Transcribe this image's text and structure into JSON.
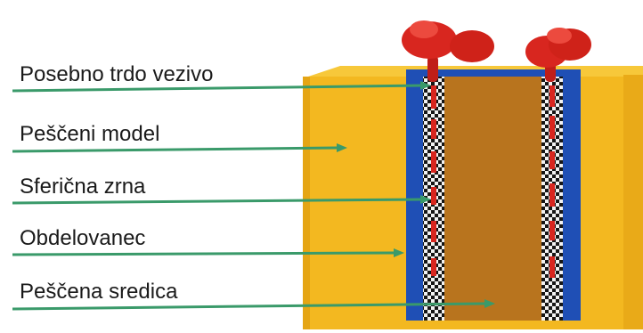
{
  "labels": {
    "binder": "Posebno trdo vezivo",
    "sand_mold": "Peščeni model",
    "spherical_grains": "Sferična zrna",
    "workpiece": "Obdelovanec",
    "sand_core": "Peščena sredica"
  },
  "colors": {
    "leader_line": "#3a9a6a",
    "sand_mold": "#f3b820",
    "sand_mold_top": "#f7c83a",
    "sand_mold_shadow": "#d99c10",
    "workpiece": "#1f4fb5",
    "sand_core": "#b8741e",
    "grains_dark": "#161616",
    "grains_light": "#f2f2f2",
    "binder": "#d8261f"
  }
}
